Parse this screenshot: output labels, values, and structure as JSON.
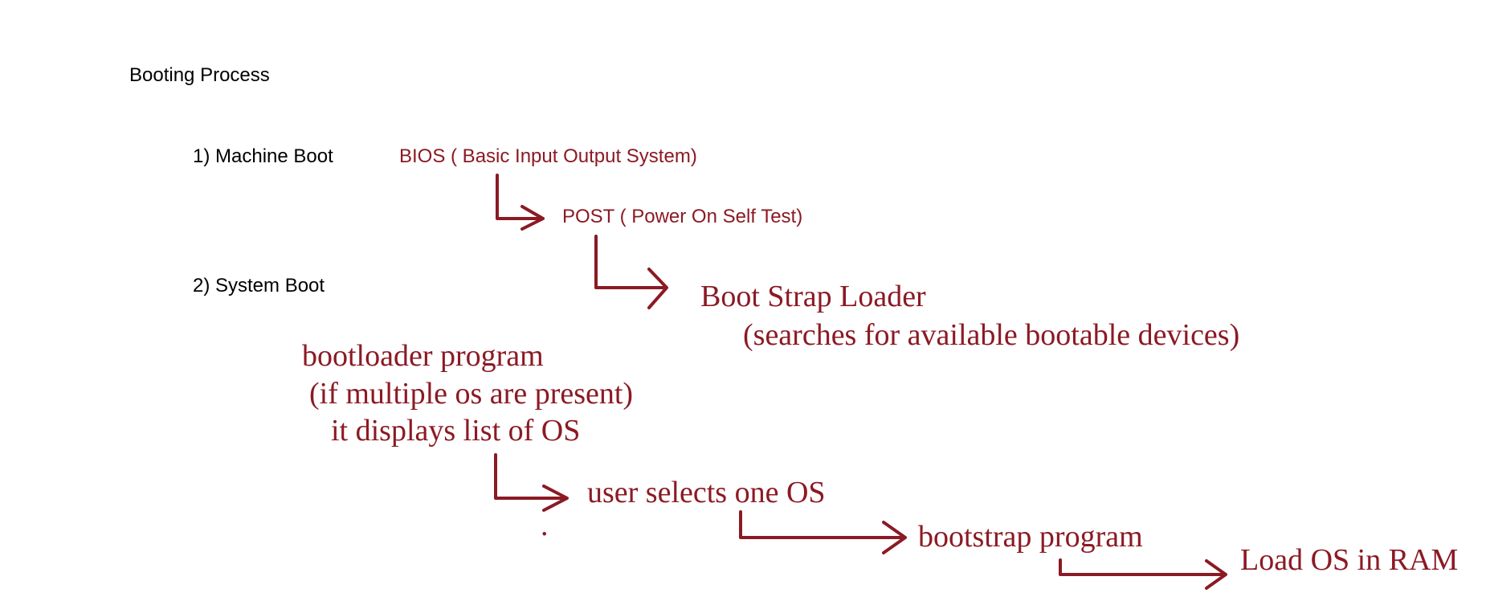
{
  "colors": {
    "ink": "#8b1a24",
    "text": "#000000",
    "background": "#ffffff"
  },
  "title": "Booting Process",
  "steps": {
    "machine_boot": "1) Machine Boot",
    "system_boot": "2) System Boot"
  },
  "nodes": {
    "bios": "BIOS ( Basic Input Output System)",
    "post": "POST ( Power On Self Test)",
    "bootstrap_loader": "Boot Strap Loader",
    "bootstrap_loader_note": "(searches for available bootable devices)",
    "bootloader_line1": "bootloader program",
    "bootloader_line2": "(if multiple os are present)",
    "bootloader_line3": "it displays list of OS",
    "user_selects": "user selects one OS",
    "dot": ".",
    "bootstrap_program": "bootstrap program",
    "load_os": "Load OS in RAM"
  }
}
